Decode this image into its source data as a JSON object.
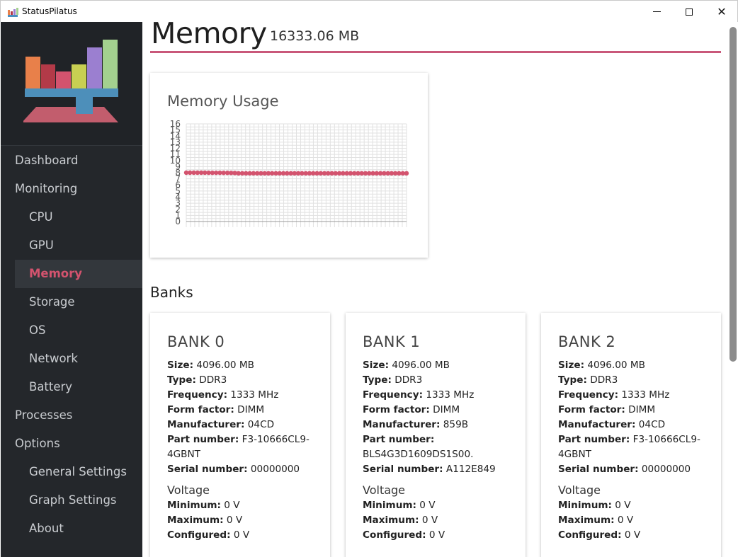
{
  "window": {
    "title": "StatusPilatus"
  },
  "sidebar": {
    "items": [
      {
        "label": "Dashboard",
        "sub": false,
        "active": false
      },
      {
        "label": "Monitoring",
        "sub": false,
        "active": false
      },
      {
        "label": "CPU",
        "sub": true,
        "active": false
      },
      {
        "label": "GPU",
        "sub": true,
        "active": false
      },
      {
        "label": "Memory",
        "sub": true,
        "active": true
      },
      {
        "label": "Storage",
        "sub": true,
        "active": false
      },
      {
        "label": "OS",
        "sub": true,
        "active": false
      },
      {
        "label": "Network",
        "sub": true,
        "active": false
      },
      {
        "label": "Battery",
        "sub": true,
        "active": false
      },
      {
        "label": "Processes",
        "sub": false,
        "active": false
      },
      {
        "label": "Options",
        "sub": false,
        "active": false
      },
      {
        "label": "General Settings",
        "sub": true,
        "active": false
      },
      {
        "label": "Graph Settings",
        "sub": true,
        "active": false
      },
      {
        "label": "About",
        "sub": true,
        "active": false
      }
    ]
  },
  "page": {
    "title": "Memory",
    "total": "16333.06 MB"
  },
  "chart": {
    "title": "Memory Usage"
  },
  "chart_data": {
    "type": "line",
    "title": "Memory Usage",
    "y_ticks": [
      "16",
      "15",
      "14",
      "13",
      "12",
      "11",
      "10",
      "9",
      "8",
      "7",
      "6",
      "5",
      "4",
      "3",
      "2",
      "1",
      "0"
    ],
    "ylim": [
      0,
      16
    ],
    "grid": true,
    "color": "#d3536e",
    "x": [
      1,
      2,
      3,
      4,
      5,
      6,
      7,
      8,
      9,
      10,
      11,
      12,
      13,
      14,
      15,
      16,
      17,
      18,
      19,
      20,
      21,
      22,
      23,
      24,
      25,
      26,
      27,
      28,
      29,
      30,
      31,
      32,
      33,
      34,
      35,
      36,
      37,
      38,
      39,
      40,
      41,
      42,
      43,
      44,
      45,
      46,
      47,
      48,
      49,
      50,
      51,
      52,
      53,
      54,
      55,
      56,
      57,
      58,
      59,
      60
    ],
    "values": [
      8.0,
      8.0,
      8.0,
      8.0,
      8.0,
      8.0,
      7.99,
      7.98,
      7.98,
      7.98,
      7.97,
      7.97,
      7.96,
      7.95,
      7.9,
      7.9,
      7.9,
      7.9,
      7.9,
      7.9,
      7.9,
      7.9,
      7.9,
      7.9,
      7.9,
      7.9,
      7.9,
      7.9,
      7.9,
      7.9,
      7.9,
      7.9,
      7.9,
      7.9,
      7.9,
      7.9,
      7.9,
      7.9,
      7.9,
      7.9,
      7.9,
      7.9,
      7.9,
      7.9,
      7.9,
      7.9,
      7.9,
      7.9,
      7.9,
      7.9,
      7.9,
      7.9,
      7.9,
      7.9,
      7.9,
      7.9,
      7.9,
      7.9,
      7.9,
      7.9
    ]
  },
  "banks_section": {
    "title": "Banks"
  },
  "banks": [
    {
      "title": "BANK 0",
      "size": "4096.00 MB",
      "type": "DDR3",
      "frequency": "1333 MHz",
      "form_factor": "DIMM",
      "manufacturer": "04CD",
      "part_number": "F3-10666CL9-4GBNT",
      "serial_number": "00000000",
      "voltage_min": "0 V",
      "voltage_max": "0 V",
      "voltage_cfg": "0 V"
    },
    {
      "title": "BANK 1",
      "size": "4096.00 MB",
      "type": "DDR3",
      "frequency": "1333 MHz",
      "form_factor": "DIMM",
      "manufacturer": "859B",
      "part_number": "BLS4G3D1609DS1S00.",
      "serial_number": "A112E849",
      "voltage_min": "0 V",
      "voltage_max": "0 V",
      "voltage_cfg": "0 V"
    },
    {
      "title": "BANK 2",
      "size": "4096.00 MB",
      "type": "DDR3",
      "frequency": "1333 MHz",
      "form_factor": "DIMM",
      "manufacturer": "04CD",
      "part_number": "F3-10666CL9-4GBNT",
      "serial_number": "00000000",
      "voltage_min": "0 V",
      "voltage_max": "0 V",
      "voltage_cfg": "0 V"
    }
  ],
  "labels": {
    "size": "Size",
    "type": "Type",
    "frequency": "Frequency",
    "form_factor": "Form factor",
    "manufacturer": "Manufacturer",
    "part_number": "Part number",
    "serial_number": "Serial number",
    "voltage": "Voltage",
    "minimum": "Minimum",
    "maximum": "Maximum",
    "configured": "Configured",
    "sep": ":"
  }
}
